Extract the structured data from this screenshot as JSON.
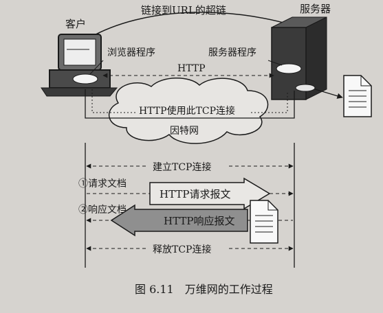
{
  "labels": {
    "client": "客户",
    "server": "服务器",
    "hyperlink": "链接到URL的超链",
    "browser": "浏览器程序",
    "server_program": "服务器程序",
    "http": "HTTP",
    "tcp_conn_use": "HTTP使用此TCP连接",
    "internet": "因特网",
    "establish_tcp": "建立TCP连接",
    "request_doc": "①请求文档",
    "http_request": "HTTP请求报文",
    "response_doc": "②响应文档",
    "http_response": "HTTP响应报文",
    "release_tcp": "释放TCP连接",
    "caption": "图 6.11　万维网的工作过程"
  },
  "colors": {
    "background": "#d6d3cf",
    "line": "#1a1a1a",
    "response_box": "#8f8f8f",
    "request_box": "#e9e7e4",
    "server_body": "#3a3a3a"
  }
}
